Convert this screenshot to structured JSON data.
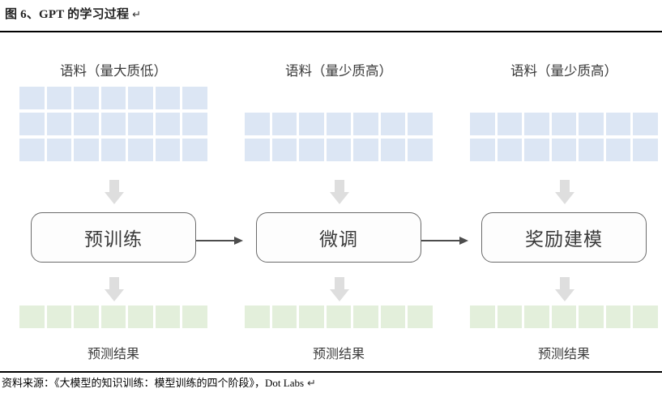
{
  "figure": {
    "title": "图 6、GPT 的学习过程",
    "title_mark": "↵",
    "source_text": "资料来源：《大模型的知识训练：模型训练的四个阶段》，Dot Labs",
    "source_mark": "↵"
  },
  "palette": {
    "corpus_block": "#dce6f4",
    "result_block": "#e3efdb",
    "arrow": "#dedede",
    "box_border": "#6b6b6b",
    "connector": "#4d4d4d",
    "text": "#3a3a3a"
  },
  "diagram": {
    "columns": [
      {
        "corpus_label": "语料（量大质低）",
        "corpus_rows": 3,
        "corpus_cols": 7,
        "stage_label": "预训练",
        "result_rows": 1,
        "result_cols": 7,
        "result_label": "预测结果"
      },
      {
        "corpus_label": "语料（量少质高）",
        "corpus_rows": 2,
        "corpus_cols": 7,
        "stage_label": "微调",
        "result_rows": 1,
        "result_cols": 7,
        "result_label": "预测结果"
      },
      {
        "corpus_label": "语料（量少质高）",
        "corpus_rows": 2,
        "corpus_cols": 7,
        "stage_label": "奖励建模",
        "result_rows": 1,
        "result_cols": 7,
        "result_label": "预测结果"
      }
    ],
    "connectors": [
      {
        "from": "预训练",
        "to": "微调"
      },
      {
        "from": "微调",
        "to": "奖励建模"
      }
    ]
  }
}
